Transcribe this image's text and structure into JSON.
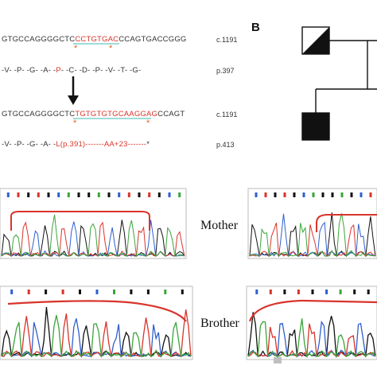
{
  "panel_label": "B",
  "seq_rows": [
    {
      "prefix": "GTGCCAGGGGCTC",
      "highlight": "CCTGTGAC",
      "suffix": "CCAGTGACCGGG",
      "ref": "c.1191"
    },
    {
      "text": "-V-  -P-  -G-  -A-  -",
      "red": "P",
      "text2": "-  -C-  -D-  -P-  -V-  -T-  -G-",
      "ref": "p.397"
    },
    {
      "prefix": "GTGCCAGGGGCTC",
      "highlight": "TGTGTGTGCAAGGAG",
      "suffix": "CCAGT",
      "ref": "c.1191"
    },
    {
      "text": "-V-  -P-  -G-  -A-  -",
      "red": "L(p.391)-------AA+23-------",
      "text2": "*",
      "ref": "p.413"
    }
  ],
  "stars": [
    "*",
    "*",
    "*",
    "*"
  ],
  "members": {
    "mother": "Mother",
    "brother": "Brother"
  },
  "chromatogram_bases_top": [
    "C",
    "T",
    "G",
    "T",
    "G",
    "C",
    "A",
    "G",
    "G",
    "A",
    "G"
  ],
  "chromatogram_bases_bottom": [
    "C",
    "T",
    "G",
    "T",
    "G",
    "C",
    "A",
    "G",
    "G",
    "A",
    "G"
  ],
  "colors": {
    "A": "#3aa53a",
    "C": "#2f5fd0",
    "G": "#111111",
    "T": "#d9342b",
    "bracket": "#d9342b",
    "highlight_line": "#3cb8b0",
    "arrow": "#111111"
  }
}
